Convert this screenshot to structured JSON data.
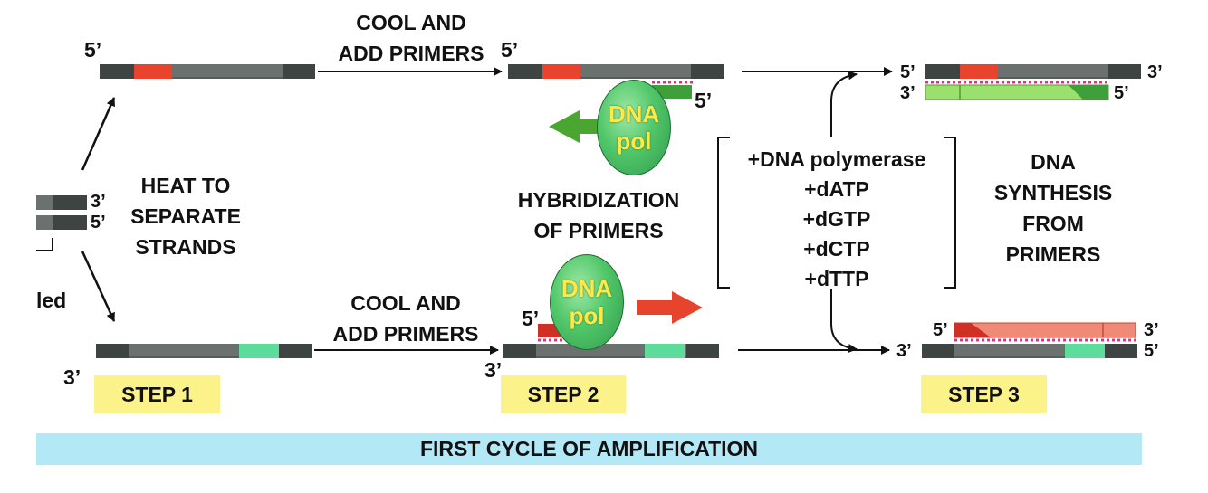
{
  "steps": {
    "step1": "STEP 1",
    "step2": "STEP 2",
    "step3": "STEP 3"
  },
  "banner": "FIRST CYCLE OF AMPLIFICATION",
  "captions": {
    "cool_top_line1": "COOL AND",
    "cool_top_line2": "ADD PRIMERS",
    "cool_bottom_line1": "COOL AND",
    "cool_bottom_line2": "ADD PRIMERS",
    "heat_line1": "HEAT TO",
    "heat_line2": "SEPARATE",
    "heat_line3": "STRANDS",
    "hybrid_line1": "HYBRIDIZATION",
    "hybrid_line2": "OF PRIMERS",
    "synth_line1": "DNA",
    "synth_line2": "SYNTHESIS",
    "synth_line3": "FROM",
    "synth_line4": "PRIMERS",
    "partial_left": "led"
  },
  "reagents": [
    "+DNA polymerase",
    "+dATP",
    "+dGTP",
    "+dCTP",
    "+dTTP"
  ],
  "polymerase": {
    "line1": "DNA",
    "line2": "pol"
  },
  "ends": {
    "five_prime": "5’",
    "three_prime": "3’"
  },
  "colors": {
    "strand": "#6b716e",
    "strand_end": "#3e4441",
    "primer_top": "#e8432c",
    "primer_bottom": "#5edc9c",
    "new_top_strand": "#9be06c",
    "new_bottom_strand": "#f08a76",
    "polymerase": "#52c76a",
    "arrow_green": "#4aa531",
    "arrow_red": "#e8432c",
    "step_box": "#fbf28a",
    "banner": "#b3e8f7"
  }
}
